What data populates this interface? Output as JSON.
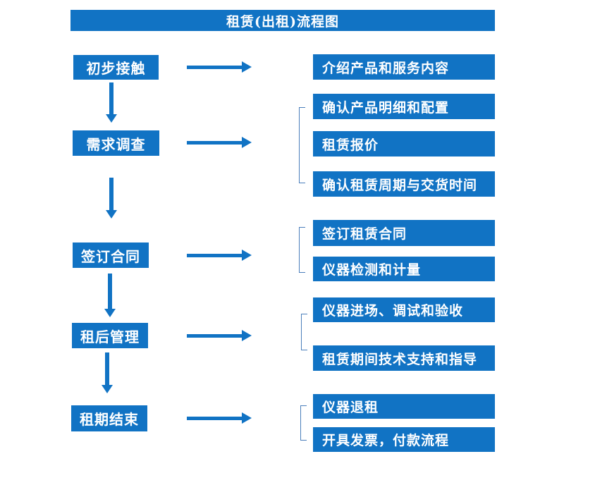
{
  "title": "租赁(出租)流程图",
  "colors": {
    "primary_blue": "#1173C4",
    "bracket_line": "#4A7EBB",
    "text": "#FFFFFF",
    "background": "#FFFFFF"
  },
  "flow": {
    "steps": [
      {
        "label": "初步接触",
        "details": [
          "介绍产品和服务内容"
        ]
      },
      {
        "label": "需求调查",
        "details": [
          "确认产品明细和配置",
          "租赁报价",
          "确认租赁周期与交货时间"
        ]
      },
      {
        "label": "签订合同",
        "details": [
          "签订租赁合同",
          "仪器检测和计量"
        ]
      },
      {
        "label": "租后管理",
        "details": [
          "仪器进场、调试和验收",
          "租赁期间技术支持和指导"
        ]
      },
      {
        "label": "租期结束",
        "details": [
          "仪器退租",
          "开具发票，付款流程"
        ]
      }
    ]
  }
}
